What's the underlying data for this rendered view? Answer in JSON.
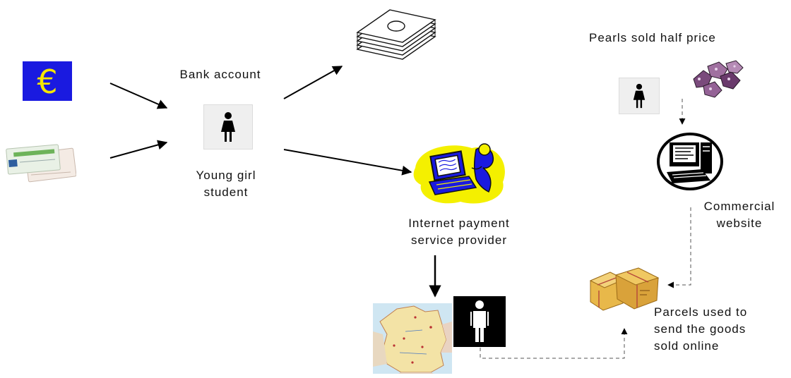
{
  "labels": {
    "bank_account": "Bank account",
    "young_girl_line1": "Young girl",
    "young_girl_line2": "student",
    "pearls": "Pearls sold half price",
    "commercial_line1": "Commercial",
    "commercial_line2": "website",
    "internet_line1": "Internet payment",
    "internet_line2": "service provider",
    "parcels_line1": "Parcels used to",
    "parcels_line2": "send the goods",
    "parcels_line3": "sold online"
  },
  "icons": {
    "euro": "euro-icon",
    "cheques": "cheques-icon",
    "cash": "banknote-stack-icon",
    "girl": "female-person-icon",
    "pearls": "pearls-icon",
    "computer": "computer-icon",
    "payment": "internet-payment-icon",
    "map": "germany-map-icon",
    "man": "male-person-icon",
    "parcels": "parcels-icon"
  },
  "colors": {
    "euro_background": "#1a1ae0",
    "euro_symbol": "#f5e600",
    "payment_blob": "#f4f000",
    "pearls": "#8a5a8c",
    "parcels": "#e8b84a"
  }
}
